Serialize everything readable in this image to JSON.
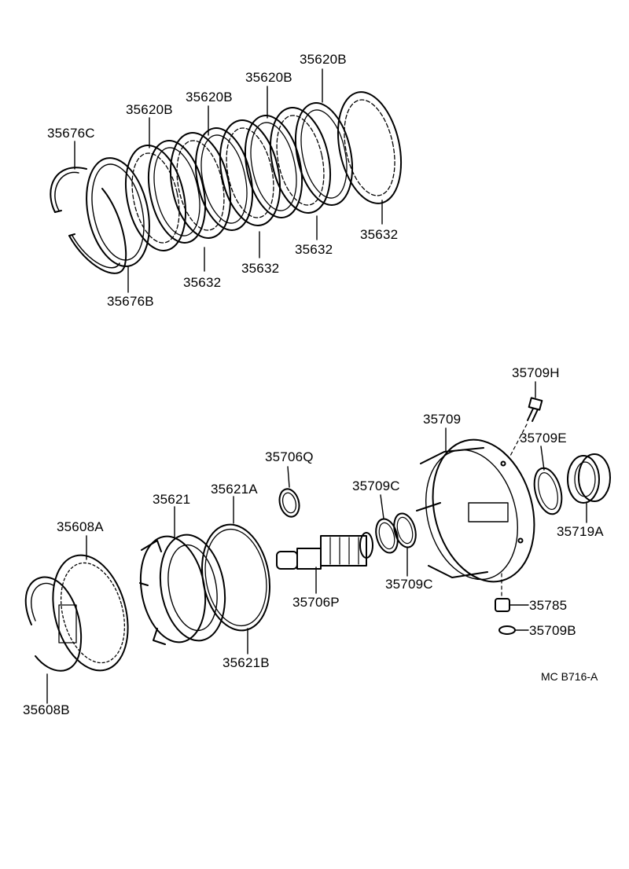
{
  "diagram": {
    "reference_code": "MC  B716-A",
    "upper_group_labels": {
      "ring_35676C": "35676C",
      "ring_35676B": "35676B",
      "plate_35620B_1": "35620B",
      "plate_35620B_2": "35620B",
      "plate_35620B_3": "35620B",
      "plate_35620B_4": "35620B",
      "disc_35632_1": "35632",
      "disc_35632_2": "35632",
      "disc_35632_3": "35632",
      "disc_35632_4": "35632"
    },
    "lower_group_labels": {
      "part_35709H": "35709H",
      "part_35709": "35709",
      "part_35709E": "35709E",
      "part_35706Q": "35706Q",
      "part_35709C_top": "35709C",
      "part_35709C_bottom": "35709C",
      "part_35719A": "35719A",
      "part_35621": "35621",
      "part_35621A": "35621A",
      "part_35608A": "35608A",
      "part_35706P": "35706P",
      "part_35785": "35785",
      "part_35709B": "35709B",
      "part_35621B": "35621B",
      "part_35608B": "35608B"
    }
  }
}
